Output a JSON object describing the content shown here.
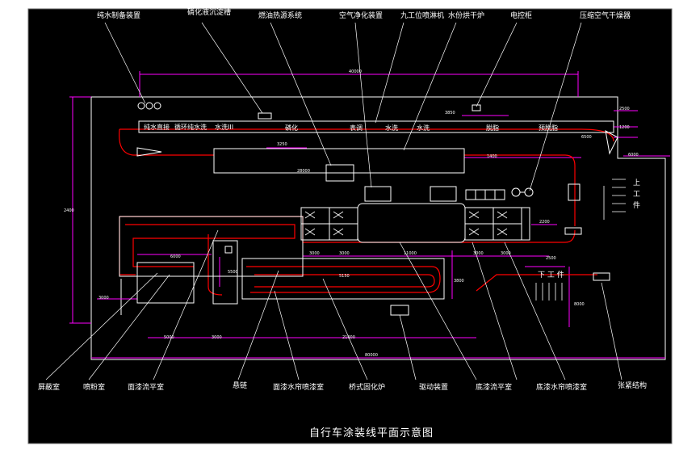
{
  "title": "自行车涂装线平面示意图",
  "top_labels": [
    "纯水制备装置",
    "磷化液沉淀槽",
    "燃油热源系统",
    "空气净化装置",
    "九工位喷淋机",
    "水份烘干炉",
    "电控柜",
    "压缩空气干燥器"
  ],
  "bottom_labels": [
    "屏蔽室",
    "喷粉室",
    "面漆流平室",
    "悬链",
    "面漆水帘喷漆室",
    "桥式固化炉",
    "驱动装置",
    "底漆流平室",
    "底漆水帘喷漆室",
    "张紧结构"
  ],
  "process_sections": [
    "纯水直接",
    "循环纯水洗",
    "水洗III",
    "磷化",
    "表调",
    "水洗",
    "水洗",
    "脱脂",
    "预脱脂"
  ],
  "side_labels": {
    "load": [
      "上",
      "工",
      "件"
    ],
    "unload": "下 工 件"
  },
  "dimensions": {
    "top_overall": "40000",
    "bottom_overall": "80000",
    "left_height": "2400",
    "d3850": "3850",
    "d2500a": "2500",
    "d1200": "1200",
    "d6000_right": "6000",
    "d6500": "6500",
    "d3250": "3250",
    "d28000": "28000",
    "d1400": "1400",
    "d2200": "2200",
    "d6000_mid": "6000",
    "d3000_a": "3000",
    "d3000_b": "3000",
    "d11000": "11000",
    "d3000_c": "3000",
    "d3000_d": "3000",
    "d2500b": "2500",
    "d5150": "5150",
    "d5500": "5500",
    "d3800": "3800",
    "d3000_left": "3000",
    "d5000": "5000",
    "d3000_e": "3000",
    "d21000": "21000",
    "d8000": "8000"
  },
  "colors": {
    "background": "#000000",
    "wall": "#ffffff",
    "dimension": "#ff00ff",
    "conveyor": "#ff0000",
    "equipment": "#ffffff"
  }
}
